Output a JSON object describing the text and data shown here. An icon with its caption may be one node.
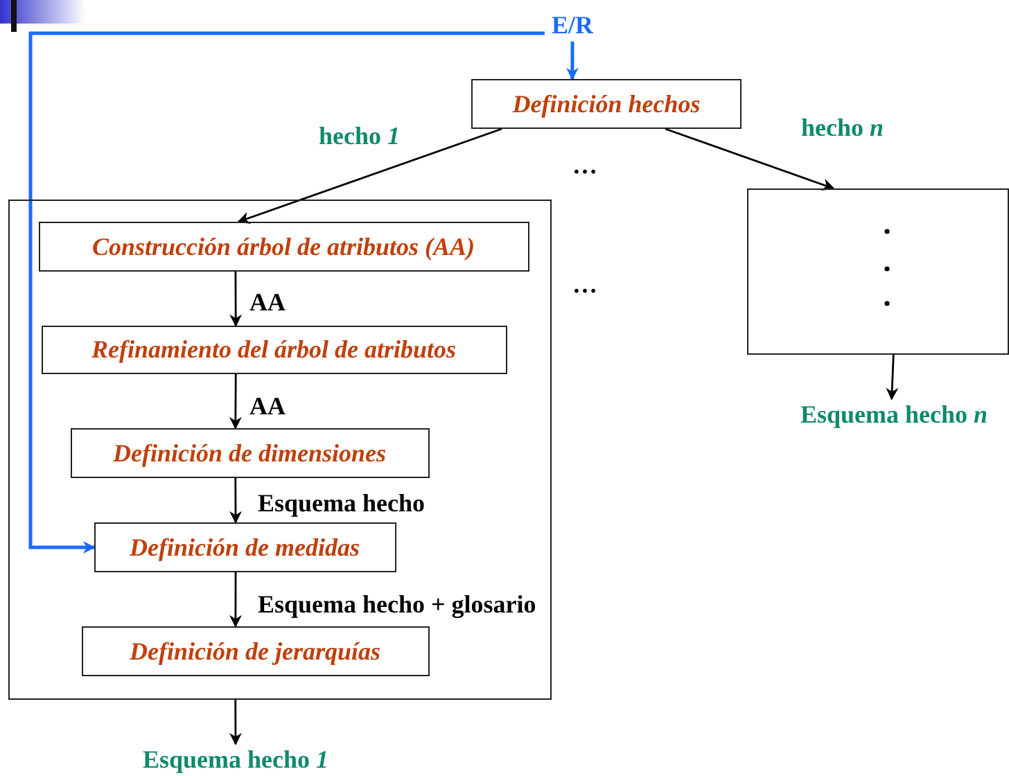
{
  "diagram": {
    "nodes": [
      {
        "text": [
          "E/R"
        ]
      },
      {
        "text": [
          "Definición  hechos"
        ]
      },
      {
        "text": [],
        "shape": "box"
      },
      {
        "text": [
          "Construcción árbol de atributos (AA)"
        ],
        "in": 2
      },
      {
        "text": [
          "Refinamiento del árbol de atributos"
        ],
        "in": 2
      },
      {
        "text": [
          "Definición de dimensiones"
        ],
        "in": 2
      },
      {
        "text": [
          "Definición de medidas"
        ],
        "in": 2
      },
      {
        "text": [
          "Definición de jerarquías"
        ],
        "in": 2
      },
      {
        "text": [
          "Esquema hecho *1*"
        ]
      },
      {
        "text": [],
        "shape": "box"
      },
      {
        "text": [
          "Esquema hecho *n*"
        ]
      }
    ],
    "edges": [
      {
        "from": 0,
        "to": 1,
        "arrow": "to",
        "color": "#1a6bff"
      },
      {
        "from": 0,
        "to": 6,
        "arrow": "to",
        "color": "#1a6bff"
      },
      {
        "from": 1,
        "to": 3,
        "arrow": "to",
        "label": "hecho *1*"
      },
      {
        "from": 1,
        "to": 9,
        "arrow": "to",
        "label": "hecho *n*"
      },
      {
        "from": 3,
        "to": 4,
        "arrow": "to",
        "label": "AA"
      },
      {
        "from": 4,
        "to": 5,
        "arrow": "to",
        "label": "AA"
      },
      {
        "from": 5,
        "to": 6,
        "arrow": "to",
        "label": "Esquema hecho"
      },
      {
        "from": 6,
        "to": 7,
        "arrow": "to",
        "label": "Esquema hecho + glosario"
      },
      {
        "from": 2,
        "to": 8,
        "arrow": "to"
      },
      {
        "from": 9,
        "to": 10,
        "arrow": "to"
      }
    ],
    "labels": [
      "…",
      "…"
    ]
  }
}
